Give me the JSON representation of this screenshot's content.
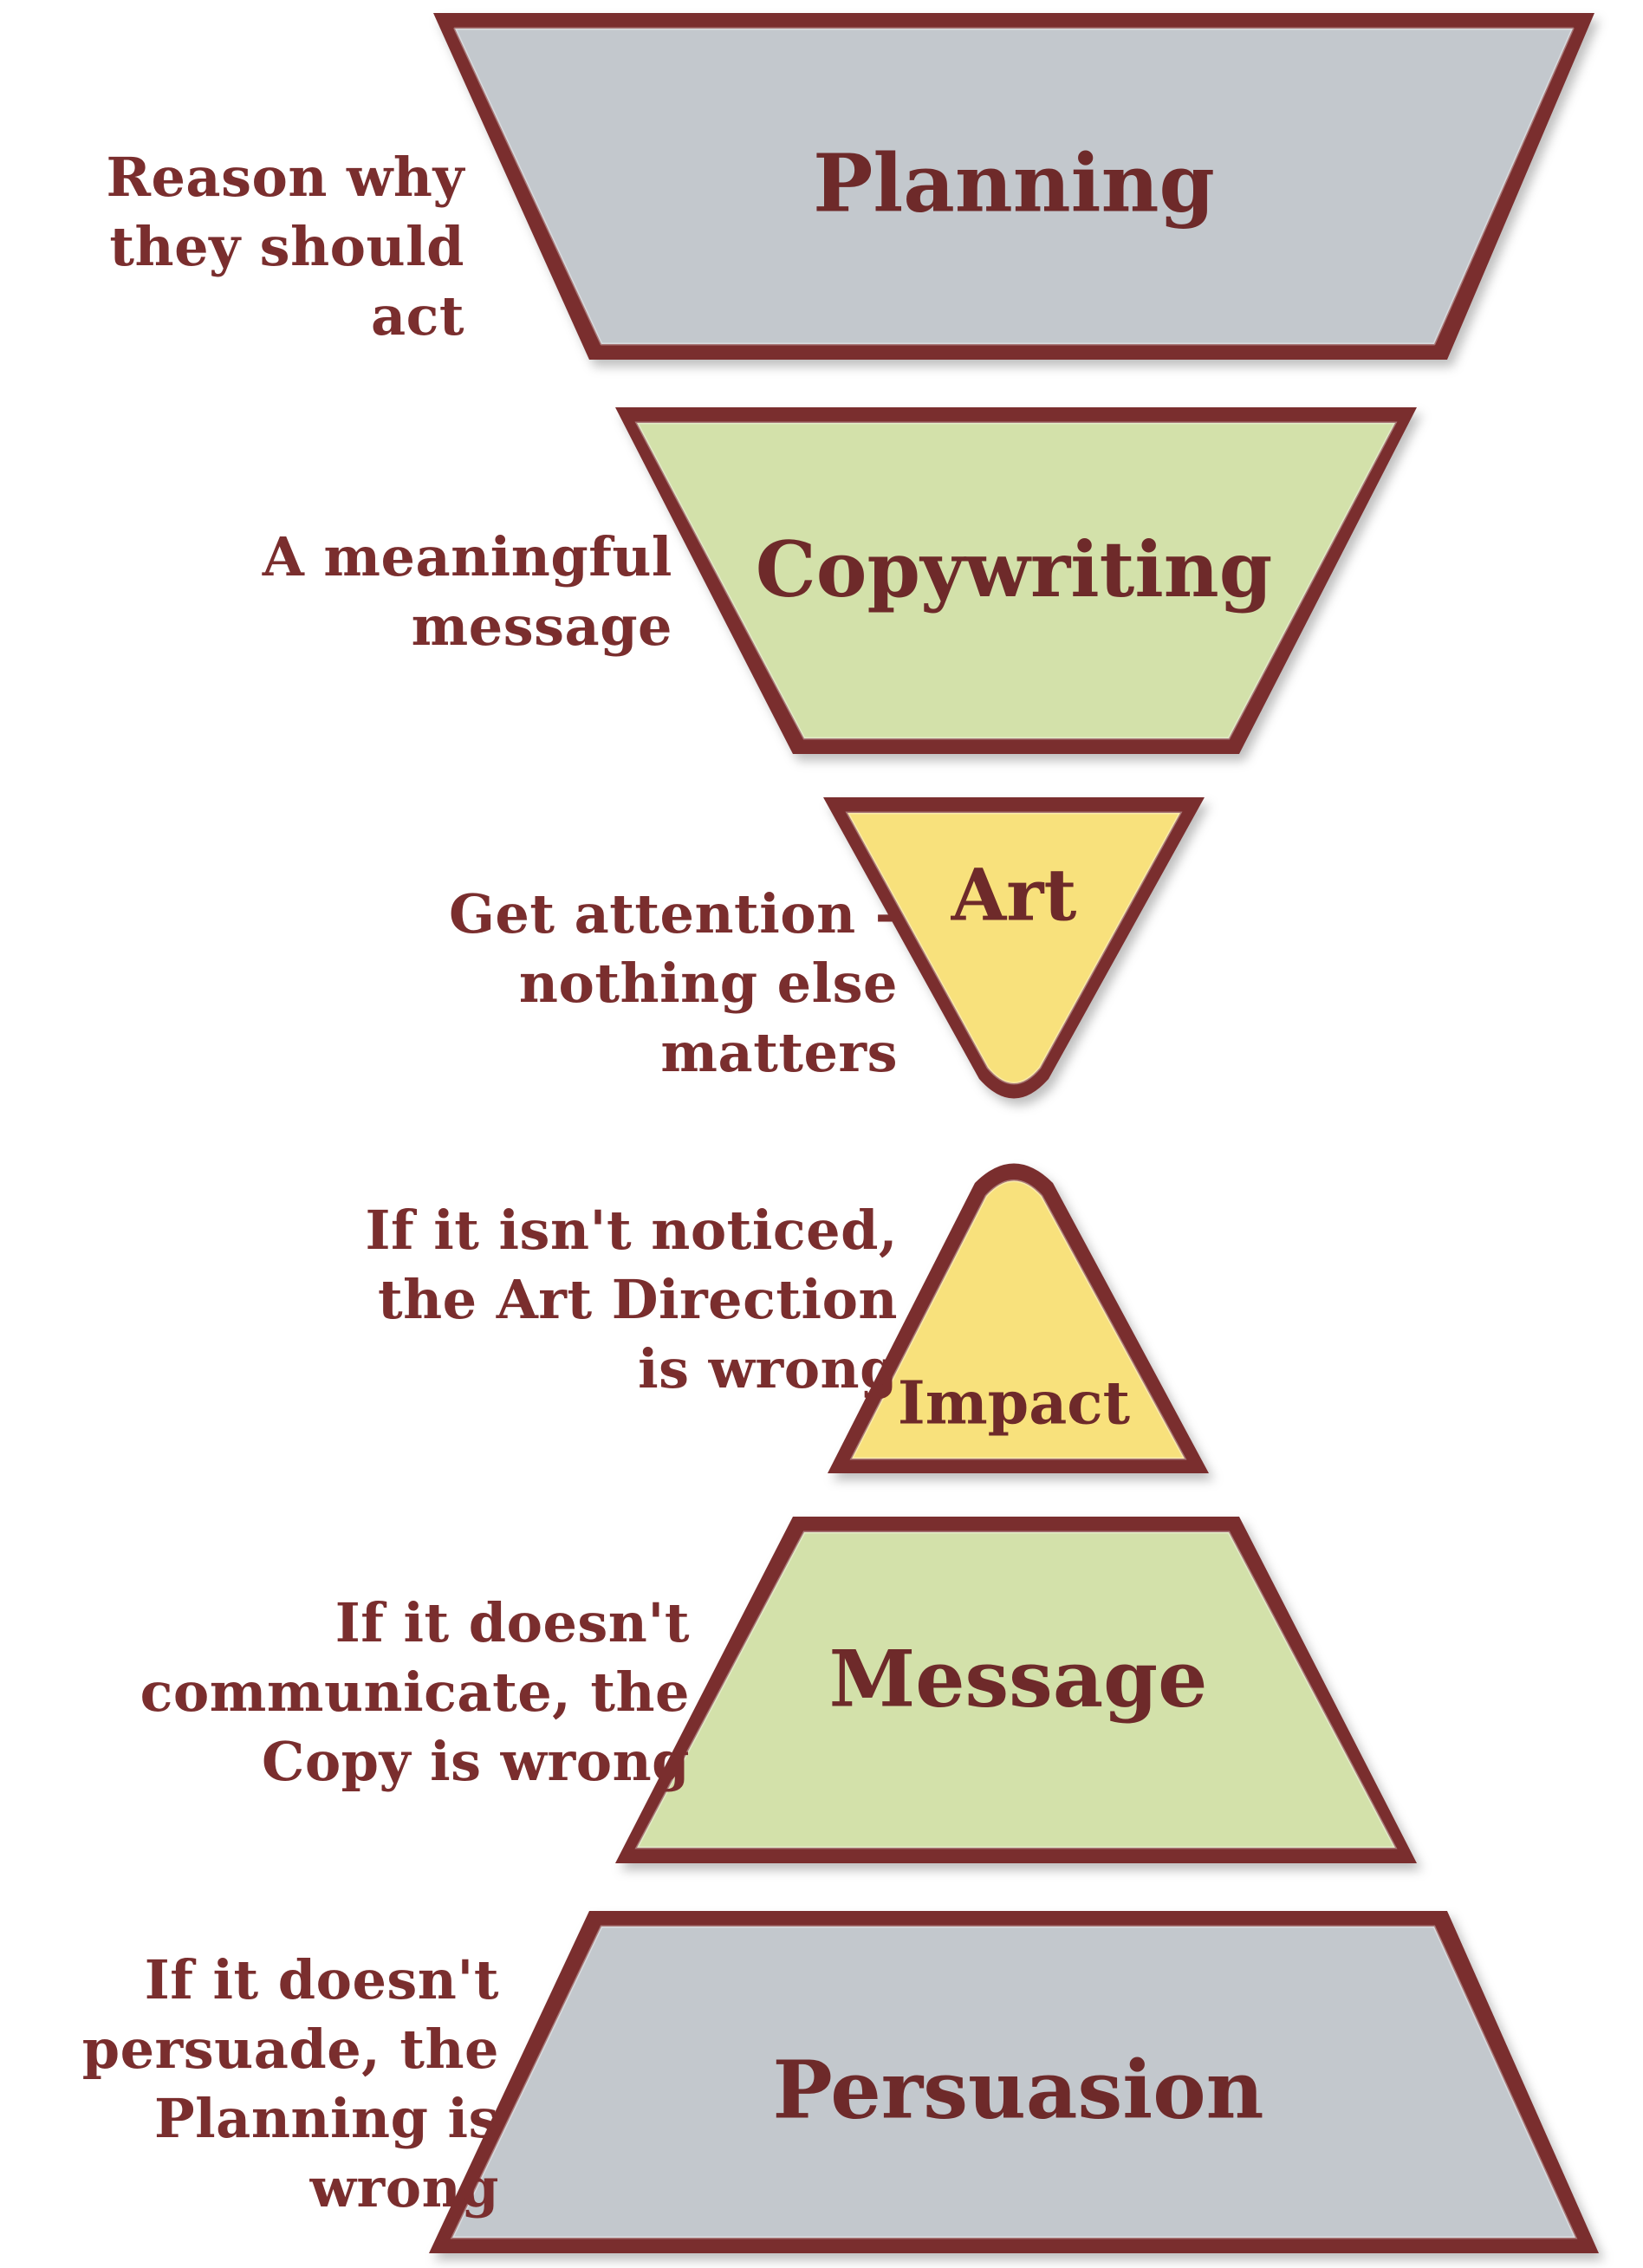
{
  "colors": {
    "outline": "#7a2e2e",
    "gray_fill": "#c3c8cd",
    "green_fill": "#d3e1aa",
    "yellow_fill": "#f8e17c",
    "text": "#6e2a2a"
  },
  "shapes": {
    "planning": {
      "title": "Planning",
      "fill": "gray"
    },
    "copywriting": {
      "title": "Copywriting",
      "fill": "green"
    },
    "art": {
      "title": "Art",
      "fill": "yellow"
    },
    "impact": {
      "title": "Impact",
      "fill": "yellow"
    },
    "message": {
      "title": "Message",
      "fill": "green"
    },
    "persuasion": {
      "title": "Persuasion",
      "fill": "gray"
    }
  },
  "labels": {
    "planning": "Reason why\nthey should act",
    "copywriting": "A meaningful\nmessage",
    "art": "Get attention -\nnothing else\nmatters",
    "impact": "If it isn't noticed,\nthe Art Direction\nis wrong",
    "message": "If it doesn't\ncommunicate, the\nCopy is wrong",
    "persuasion": "If it doesn't\npersuade, the\nPlanning is\nwrong"
  }
}
